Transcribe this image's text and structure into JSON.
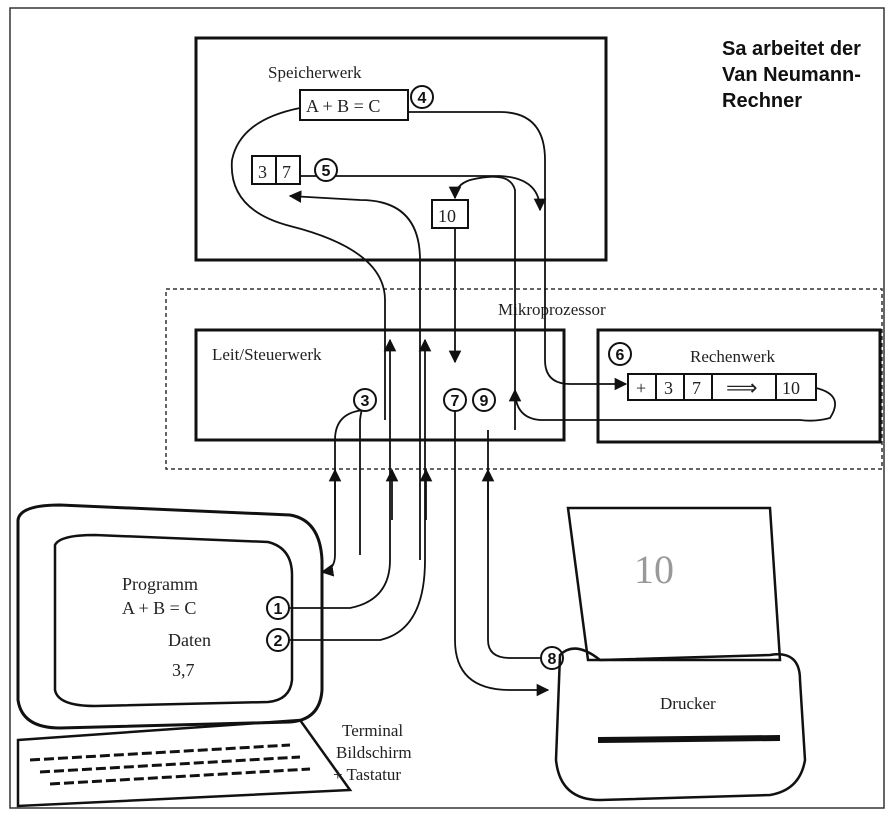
{
  "title": [
    "Sa arbeitet der",
    "Van Neumann-",
    "Rechner"
  ],
  "speicherwerk": {
    "label": "Speicherwerk",
    "formula": "A + B = C",
    "cells": [
      "3",
      "7"
    ],
    "result": "10"
  },
  "mikroprozessor": {
    "label": "Mikroprozessor"
  },
  "steuerwerk": {
    "label": "Leit/Steuerwerk"
  },
  "rechenwerk": {
    "label": "Rechenwerk",
    "cells": [
      "+",
      "3",
      "7"
    ],
    "arrow": "⟹",
    "result": "10"
  },
  "terminal": {
    "screen_lines": [
      "Programm",
      "A + B = C",
      "Daten",
      "3,7"
    ],
    "caption": [
      "Terminal",
      "Bildschirm",
      "+ Tastatur"
    ]
  },
  "drucker": {
    "label": "Drucker",
    "printout": "10"
  },
  "steps": {
    "s1": "1",
    "s2": "2",
    "s3": "3",
    "s4": "4",
    "s5": "5",
    "s6": "6",
    "s7": "7",
    "s8": "8",
    "s9": "9"
  }
}
